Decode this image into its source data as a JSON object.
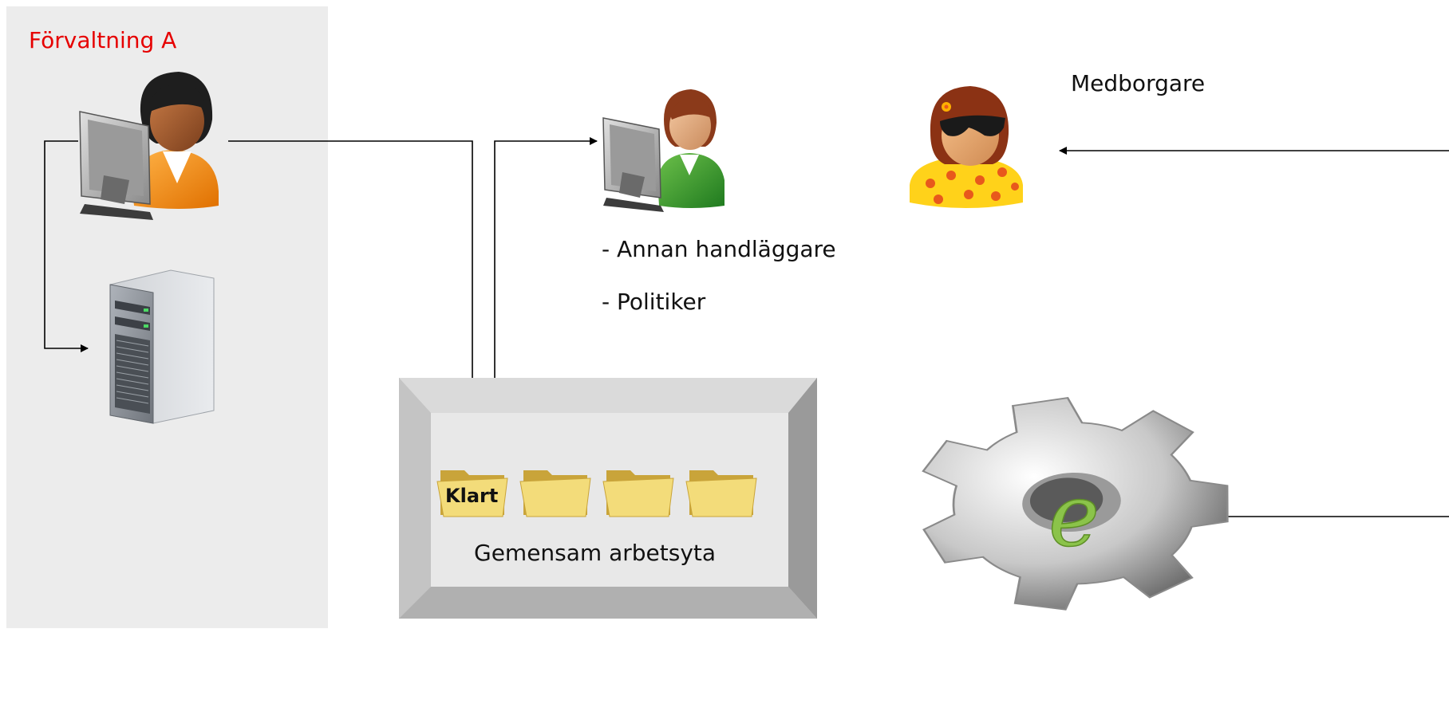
{
  "panel": {
    "title": "Förvaltning A"
  },
  "labels": {
    "medborgare": "Medborgare",
    "annan": "- Annan handläggare",
    "politiker": "- Politiker"
  },
  "workspace": {
    "folder_label": "Klart",
    "title": "Gemensam arbetsyta"
  },
  "gear": {
    "letter": "e"
  },
  "colors": {
    "panel_title": "#e60000",
    "panel_bg": "#ececec",
    "folder": "#f3dc7a",
    "gear_letter": "#8bc34a"
  },
  "icons": [
    "admin-user-computer-icon",
    "server-icon",
    "colleague-computer-icon",
    "citizen-icon",
    "folder-icon",
    "gear-e-icon"
  ]
}
